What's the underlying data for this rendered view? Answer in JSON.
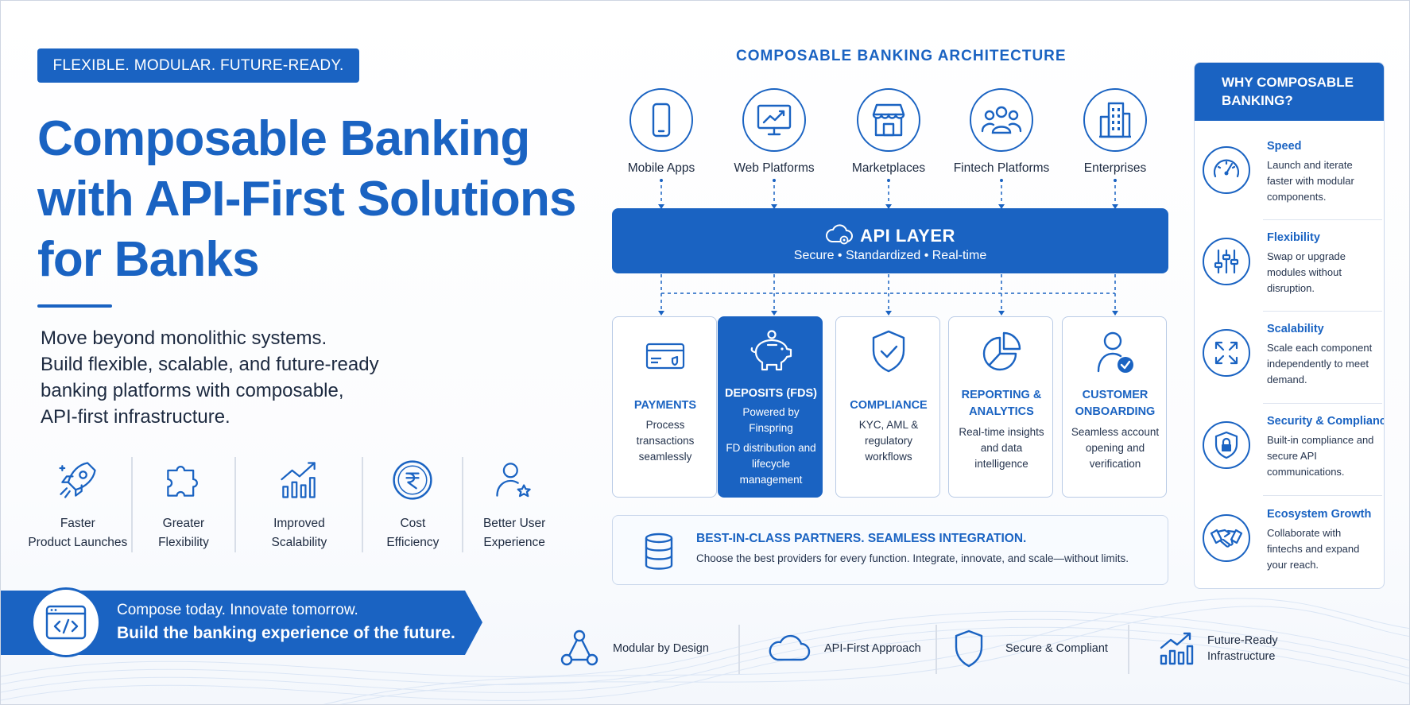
{
  "tagline": "FLEXIBLE. MODULAR. FUTURE-READY.",
  "title_lines": [
    "Composable Banking",
    "with API-First Solutions",
    "for Banks"
  ],
  "intro_lines": [
    "Move beyond monolithic systems.",
    "Build flexible, scalable, and future-ready",
    "banking platforms with composable,",
    "API-first infrastructure."
  ],
  "benefits": [
    {
      "icon": "rocket-icon",
      "label": "Faster\nProduct Launches"
    },
    {
      "icon": "puzzle-icon",
      "label": "Greater\nFlexibility"
    },
    {
      "icon": "growth-chart-icon",
      "label": "Improved\nScalability"
    },
    {
      "icon": "rupee-icon",
      "label": "Cost\nEfficiency"
    },
    {
      "icon": "user-star-icon",
      "label": "Better User\nExperience"
    }
  ],
  "cta": {
    "icon": "code-window-icon",
    "line1": "Compose today. Innovate tomorrow.",
    "line2": "Build the banking experience of the future."
  },
  "architecture": {
    "title": "COMPOSABLE BANKING ARCHITECTURE",
    "channels": [
      {
        "icon": "mobile-icon",
        "label": "Mobile Apps"
      },
      {
        "icon": "web-monitor-icon",
        "label": "Web Platforms"
      },
      {
        "icon": "storefront-icon",
        "label": "Marketplaces"
      },
      {
        "icon": "people-group-icon",
        "label": "Fintech Platforms"
      },
      {
        "icon": "building-icon",
        "label": "Enterprises"
      }
    ],
    "api_layer": {
      "title": "API LAYER",
      "subtitle": "Secure • Standardized • Real-time",
      "icon": "cloud-gear-icon"
    },
    "modules": [
      {
        "icon": "card-icon",
        "title": "PAYMENTS",
        "desc": "Process transactions seamlessly"
      },
      {
        "icon": "piggy-bank-icon",
        "title": "DEPOSITS (FDS)",
        "powered": "Powered by Finspring",
        "desc": "FD distribution and lifecycle management"
      },
      {
        "icon": "shield-check-icon",
        "title": "COMPLIANCE",
        "desc": "KYC, AML & regulatory workflows"
      },
      {
        "icon": "pie-chart-icon",
        "title": "REPORTING & ANALYTICS",
        "desc": "Real-time insights and data intelligence"
      },
      {
        "icon": "user-check-icon",
        "title": "CUSTOMER ONBOARDING",
        "desc": "Seamless account opening and verification"
      }
    ],
    "partners": {
      "icon": "database-icon",
      "title": "BEST-IN-CLASS PARTNERS. SEAMLESS INTEGRATION.",
      "desc": "Choose the best providers for every function. Integrate, innovate, and scale—without limits."
    }
  },
  "why": {
    "title_lines": [
      "WHY COMPOSABLE",
      "BANKING?"
    ],
    "items": [
      {
        "icon": "speedometer-icon",
        "title": "Speed",
        "desc": "Launch and iterate faster with modular components."
      },
      {
        "icon": "sliders-icon",
        "title": "Flexibility",
        "desc": "Swap or upgrade modules without disruption."
      },
      {
        "icon": "expand-arrows-icon",
        "title": "Scalability",
        "desc": "Scale each component independently to meet demand."
      },
      {
        "icon": "shield-lock-icon",
        "title": "Security & Compliance",
        "desc": "Built-in compliance and secure API communications."
      },
      {
        "icon": "handshake-icon",
        "title": "Ecosystem Growth",
        "desc": "Collaborate with fintechs and expand your reach."
      }
    ]
  },
  "features": [
    {
      "icon": "nodes-icon",
      "label": "Modular by Design"
    },
    {
      "icon": "cloud-icon",
      "label": "API-First Approach"
    },
    {
      "icon": "shield-icon",
      "label": "Secure & Compliant"
    },
    {
      "icon": "bar-growth-icon",
      "label_lines": [
        "Future-Ready",
        "Infrastructure"
      ]
    }
  ],
  "colors": {
    "primary": "#1a63c2",
    "text": "#1d2a40",
    "border": "#cbd8ec"
  }
}
